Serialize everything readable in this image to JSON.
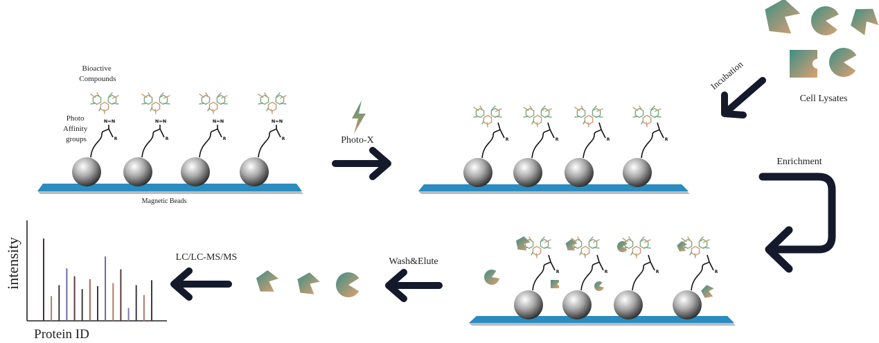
{
  "labels": {
    "bioactive_compounds": [
      "Bioactive",
      "Compounds"
    ],
    "photo_affinity_groups": [
      "Photo",
      "Affinity",
      "groups"
    ],
    "magnetic_beads": "Magnetic Beads",
    "photo_x": "Photo-X",
    "incubation": "Incubation",
    "cell_lysates": "Cell Lysates",
    "enrichment": "Enrichment",
    "wash_elute": "Wash&Elute",
    "lc_ms": "LC/LC-MS/MS",
    "y_axis": "intensity",
    "x_axis": "Protein ID",
    "diazirine": "N=N",
    "r_group": "R"
  },
  "colors": {
    "plate": "#2a8cc0",
    "plate_shadow": "#b9bcc2",
    "arrow": "#141a2b",
    "bolt_top": "#4a9a85",
    "bolt_bottom": "#c8905e",
    "protein_a": "#3d8f85",
    "protein_b": "#e0a070",
    "mol_a": "#7aa884",
    "mol_b": "#c99a6e"
  },
  "icons": [
    "lightning-bolt-icon",
    "right-arrow-icon",
    "left-arrow-icon",
    "return-arrow-icon",
    "down-left-arrow-icon"
  ],
  "spectrum": {
    "bars": [
      {
        "value": 0.83,
        "color": "#4a2b2b"
      },
      {
        "value": 0.25,
        "color": "#b07a6a"
      },
      {
        "value": 0.36,
        "color": "#3a3a3a"
      },
      {
        "value": 0.53,
        "color": "#6a6aa0"
      },
      {
        "value": 0.45,
        "color": "#5a3a3a"
      },
      {
        "value": 0.32,
        "color": "#3a3a3a"
      },
      {
        "value": 0.42,
        "color": "#a06a5a"
      },
      {
        "value": 0.35,
        "color": "#3a3a3a"
      },
      {
        "value": 0.65,
        "color": "#6a6aa0"
      },
      {
        "value": 0.38,
        "color": "#b07a6a"
      },
      {
        "value": 0.52,
        "color": "#5a3a3a"
      },
      {
        "value": 0.13,
        "color": "#7a7ab0"
      },
      {
        "value": 0.36,
        "color": "#3a3a3a"
      },
      {
        "value": 0.26,
        "color": "#b07a6a"
      },
      {
        "value": 0.41,
        "color": "#3a3a3a"
      }
    ]
  }
}
